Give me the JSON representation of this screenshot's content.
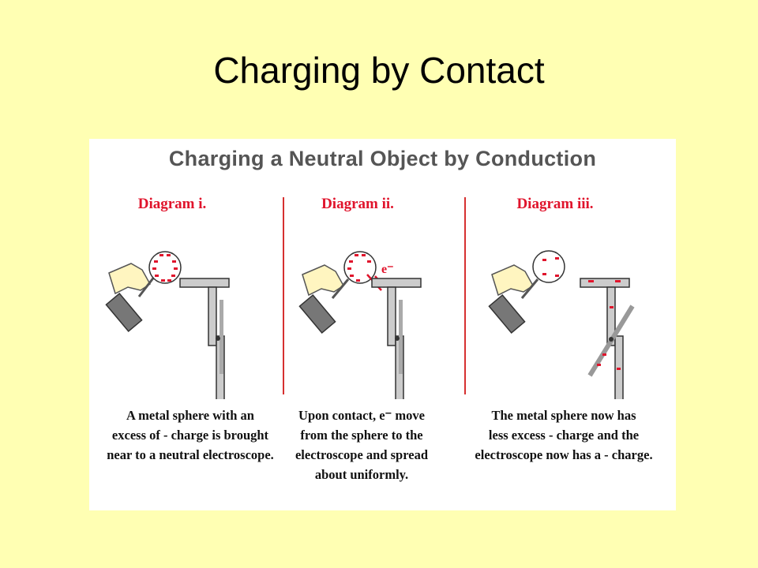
{
  "slide": {
    "title": "Charging by Contact"
  },
  "figure": {
    "title": "Charging a Neutral Object by Conduction",
    "panels": [
      {
        "label": "Diagram i.",
        "caption": "A metal sphere with an\nexcess of - charge is brought\nnear to a neutral electroscope."
      },
      {
        "label": "Diagram ii.",
        "caption": "Upon contact, e⁻ move\nfrom the sphere to the\nelectroscope and spread\nabout uniformly.",
        "electron_label": "e⁻"
      },
      {
        "label": "Diagram iii.",
        "caption": "The metal sphere now has\nless excess - charge and the\nelectroscope now has a - charge."
      }
    ]
  },
  "colors": {
    "background": "#FFFFB3",
    "charge": "#e0142c",
    "metal": "#cccccc",
    "leaf": "#aaaaaa"
  }
}
